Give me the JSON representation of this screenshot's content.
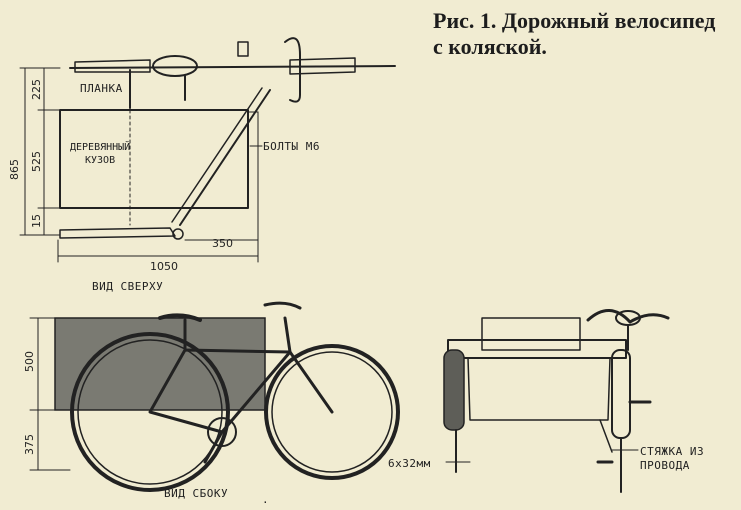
{
  "caption": "Рис. 1. Дорожный велосипед с коляской.",
  "top_view": {
    "label_planka": "ПЛАНКА",
    "label_body_line1": "ДЕРЕВЯННЫЙ",
    "label_body_line2": "КУЗОВ",
    "label_bolts": "БОЛТЫ М6",
    "dim_total_height": "865",
    "dim_top": "225",
    "dim_mid": "525",
    "dim_bottom": "15",
    "dim_length": "1050",
    "dim_offset": "350",
    "view_title": "ВИД СВЕРХУ"
  },
  "side_view": {
    "dim_upper": "500",
    "dim_lower": "375",
    "view_title": "ВИД СБОКУ",
    "view_title_dot": "."
  },
  "front_view": {
    "label_screw": "6х32мм",
    "label_tie_line1": "СТЯЖКА ИЗ",
    "label_tie_line2": "ПРОВОДА"
  }
}
